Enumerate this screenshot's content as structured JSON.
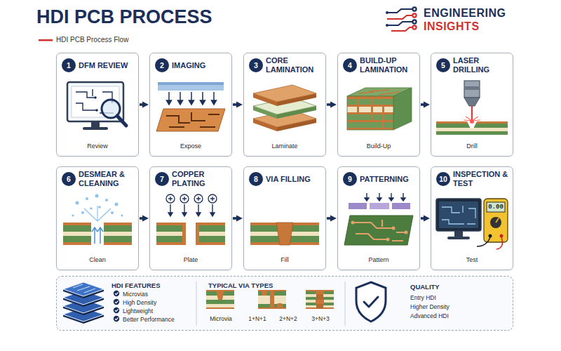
{
  "diagram": {
    "title": "HDI PCB PROCESS",
    "nodes": [
      {
        "text": [
          "1",
          "DFM REVIEW",
          "Review"
        ]
      },
      {
        "text": [
          "2",
          "IMAGING",
          "Expose"
        ]
      },
      {
        "text": [
          "3",
          "CORE LAMINATION",
          "Laminate"
        ]
      },
      {
        "text": [
          "4",
          "BUILD-UP LAMINATION",
          "Build-Up"
        ]
      },
      {
        "text": [
          "5",
          "LASER DRILLING",
          "Drill"
        ]
      },
      {
        "text": [
          "6",
          "DESMEAR & CLEANING",
          "Clean"
        ]
      },
      {
        "text": [
          "7",
          "COPPER PLATING",
          "Plate"
        ]
      },
      {
        "text": [
          "8",
          "VIA FILLING",
          "Fill"
        ]
      },
      {
        "text": [
          "9",
          "PATTERNING",
          "Pattern"
        ]
      },
      {
        "text": [
          "10",
          "INSPECTION & TEST",
          "Test"
        ]
      },
      {
        "text": [
          "HDI FEATURES",
          "Microvias",
          "High Density",
          "Lightweight",
          "Better Performance",
          "TYPICAL VIA TYPES",
          "Microvia",
          "1+N+1",
          "2+N+2",
          "3+N+3",
          "QUALITY",
          "Entry HDI",
          "Higher Density",
          "Advanced HDI"
        ]
      }
    ],
    "edges": [
      {
        "from": 0,
        "to": 1,
        "arrow": "to"
      },
      {
        "from": 1,
        "to": 2,
        "arrow": "to"
      },
      {
        "from": 2,
        "to": 3,
        "arrow": "to"
      },
      {
        "from": 3,
        "to": 4,
        "arrow": "to"
      },
      {
        "from": 5,
        "to": 6,
        "arrow": "to"
      },
      {
        "from": 6,
        "to": 7,
        "arrow": "to"
      },
      {
        "from": 7,
        "to": 8,
        "arrow": "to"
      },
      {
        "from": 8,
        "to": 9,
        "arrow": "to"
      }
    ],
    "labels": [
      "HDI PCB Process Flow",
      "ENGINEERING",
      "INSIGHTS",
      "0.00"
    ]
  }
}
